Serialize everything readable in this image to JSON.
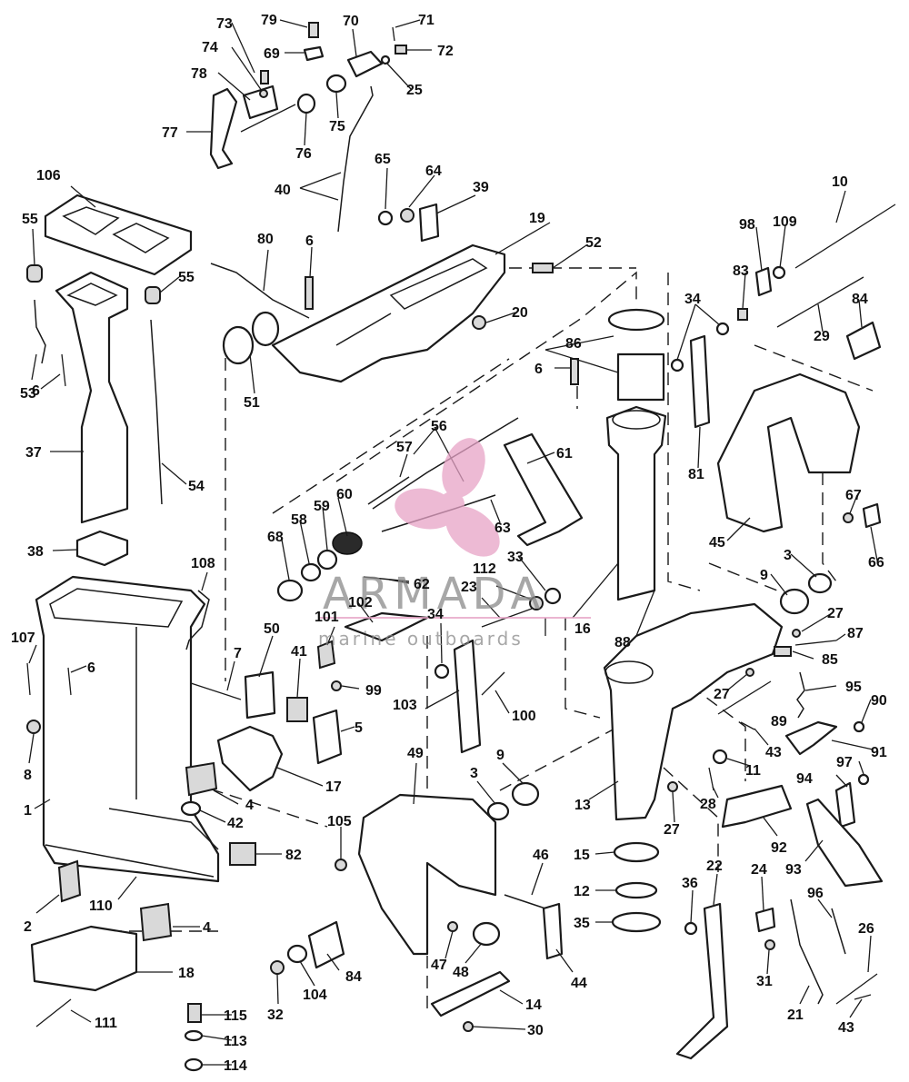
{
  "watermark": {
    "brand": "ARMADA",
    "tagline": "marine outboards",
    "logo_color": "#e7a3c6"
  },
  "callouts": {
    "c1": "1",
    "c2": "2",
    "c3a": "3",
    "c3b": "3",
    "c4a": "4",
    "c4b": "4",
    "c5": "5",
    "c6a": "6",
    "c6b": "6",
    "c6c": "6",
    "c6d": "6",
    "c7": "7",
    "c8": "8",
    "c9a": "9",
    "c9b": "9",
    "c10": "10",
    "c11": "11",
    "c12": "12",
    "c13": "13",
    "c14": "14",
    "c15": "15",
    "c16": "16",
    "c17": "17",
    "c18": "18",
    "c19": "19",
    "c20": "20",
    "c21": "21",
    "c22": "22",
    "c23": "23",
    "c24": "24",
    "c25": "25",
    "c26": "26",
    "c27a": "27",
    "c27b": "27",
    "c27c": "27",
    "c28": "28",
    "c29": "29",
    "c30": "30",
    "c31": "31",
    "c32": "32",
    "c33": "33",
    "c34a": "34",
    "c34b": "34",
    "c35": "35",
    "c36": "36",
    "c37": "37",
    "c38": "38",
    "c39": "39",
    "c40": "40",
    "c41": "41",
    "c42": "42",
    "c43a": "43",
    "c43b": "43",
    "c44": "44",
    "c45": "45",
    "c46": "46",
    "c47": "47",
    "c48": "48",
    "c49": "49",
    "c50": "50",
    "c51": "51",
    "c52": "52",
    "c53": "53",
    "c54": "54",
    "c55a": "55",
    "c55b": "55",
    "c56": "56",
    "c57": "57",
    "c58": "58",
    "c59": "59",
    "c60": "60",
    "c61": "61",
    "c62": "62",
    "c63": "63",
    "c64": "64",
    "c65": "65",
    "c66": "66",
    "c67": "67",
    "c68": "68",
    "c69": "69",
    "c70": "70",
    "c71": "71",
    "c72": "72",
    "c73": "73",
    "c74": "74",
    "c75": "75",
    "c76": "76",
    "c77": "77",
    "c78": "78",
    "c79": "79",
    "c80": "80",
    "c81": "81",
    "c82": "82",
    "c83": "83",
    "c84a": "84",
    "c84b": "84",
    "c85": "85",
    "c86": "86",
    "c87": "87",
    "c88": "88",
    "c89": "89",
    "c90": "90",
    "c91": "91",
    "c92": "92",
    "c93": "93",
    "c94": "94",
    "c95": "95",
    "c96": "96",
    "c97": "97",
    "c98": "98",
    "c99": "99",
    "c100": "100",
    "c101": "101",
    "c102": "102",
    "c103": "103",
    "c104": "104",
    "c105": "105",
    "c106": "106",
    "c107": "107",
    "c108": "108",
    "c109": "109",
    "c110": "110",
    "c111": "111",
    "c112": "112",
    "c113": "113",
    "c114": "114",
    "c115": "115"
  }
}
